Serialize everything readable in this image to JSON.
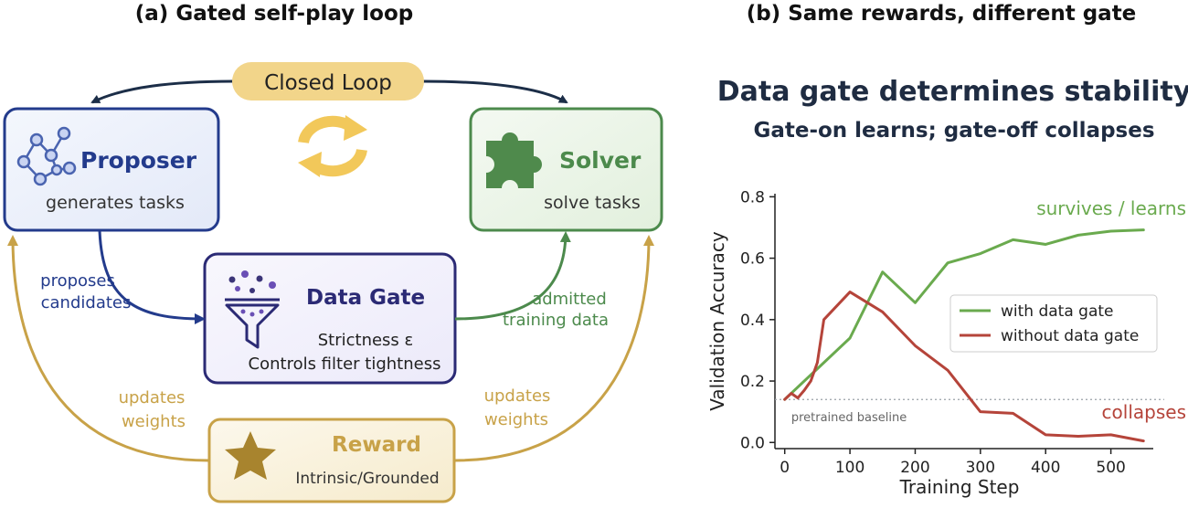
{
  "panel_a": {
    "title": "(a) Gated self-play loop",
    "closed_loop": "Closed Loop",
    "proposer": {
      "title": "Proposer",
      "subtitle": "generates tasks"
    },
    "solver": {
      "title": "Solver",
      "subtitle": "solve tasks"
    },
    "data_gate": {
      "title": "Data Gate",
      "line1": "Strictness ε",
      "line2": "Controls filter tightness"
    },
    "reward": {
      "title": "Reward",
      "subtitle": "Intrinsic/Grounded"
    },
    "edge_proposes": [
      "proposes",
      "candidates"
    ],
    "edge_admitted": [
      "admitted",
      "training data"
    ],
    "edge_updates_left": [
      "updates",
      "weights"
    ],
    "edge_updates_right": [
      "updates",
      "weights"
    ],
    "colors": {
      "proposer": "#233b8c",
      "solver": "#4c8a4c",
      "gate": "#2b2a75",
      "reward": "#c8a248",
      "loop": "#f2d58a",
      "dark_arrow": "#1c2e48"
    },
    "icons": [
      "network-icon",
      "puzzle-icon",
      "funnel-icon",
      "star-icon",
      "refresh-arrows-icon"
    ]
  },
  "panel_b": {
    "title": "(b) Same rewards, different gate",
    "heading": "Data gate determines stability",
    "subheading": "Gate-on learns; gate-off collapses",
    "annotation_top": "survives / learns",
    "annotation_bottom": "collapses",
    "baseline_label": "pretrained baseline"
  },
  "chart_data": {
    "type": "line",
    "xlabel": "Training Step",
    "ylabel": "Validation Accuracy",
    "xlim": [
      -15,
      565
    ],
    "ylim": [
      -0.02,
      0.81
    ],
    "xticks": [
      0,
      100,
      200,
      300,
      400,
      500
    ],
    "yticks": [
      0.0,
      0.2,
      0.4,
      0.6,
      0.8
    ],
    "ytick_labels": [
      "0.0",
      "0.2",
      "0.4",
      "0.6",
      "0.8"
    ],
    "baseline": 0.14,
    "legend_position": "center-right",
    "series": [
      {
        "name": "with data gate",
        "color": "#6aaa4e",
        "x": [
          0,
          50,
          100,
          150,
          200,
          250,
          300,
          350,
          400,
          450,
          500,
          550
        ],
        "y": [
          0.14,
          0.24,
          0.34,
          0.555,
          0.455,
          0.585,
          0.615,
          0.66,
          0.645,
          0.675,
          0.688,
          0.692
        ]
      },
      {
        "name": "without data gate",
        "color": "#b5443a",
        "x": [
          0,
          10,
          20,
          30,
          40,
          50,
          60,
          100,
          150,
          200,
          250,
          300,
          350,
          400,
          450,
          500,
          550
        ],
        "y": [
          0.14,
          0.16,
          0.145,
          0.17,
          0.2,
          0.26,
          0.4,
          0.49,
          0.425,
          0.315,
          0.235,
          0.1,
          0.095,
          0.025,
          0.02,
          0.025,
          0.005
        ]
      }
    ]
  }
}
